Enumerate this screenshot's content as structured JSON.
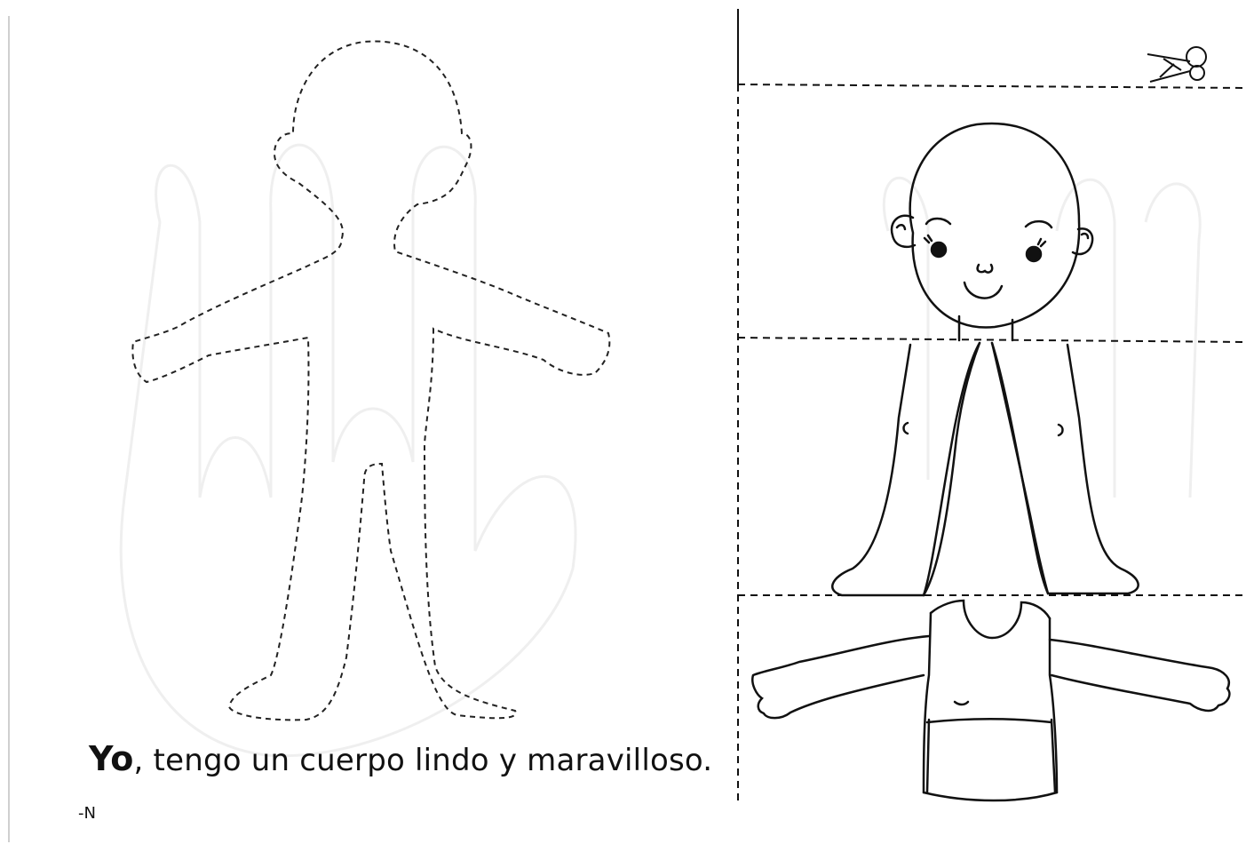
{
  "worksheet": {
    "caption_lead": "Yo",
    "caption_rest": ", tengo un cuerpo lindo y maravilloso.",
    "page_mark": "-N",
    "colors": {
      "ink": "#111111",
      "paper": "#ffffff"
    },
    "icons": {
      "cut_marker": "scissors-icon"
    }
  }
}
